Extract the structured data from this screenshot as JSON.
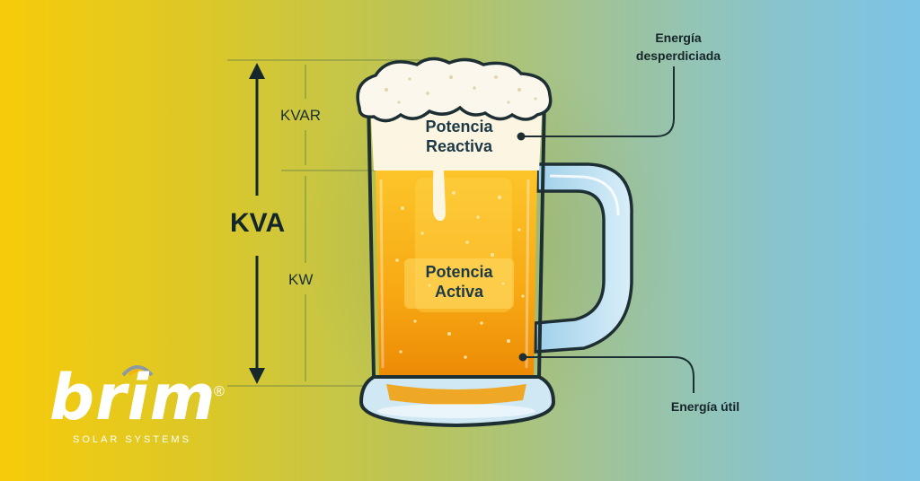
{
  "labels": {
    "kva": "KVA",
    "kvar": "KVAR",
    "kw": "KW",
    "reactive_line1": "Potencia",
    "reactive_line2": "Reactiva",
    "active_line1": "Potencia",
    "active_line2": "Activa",
    "wasted_line1": "Energía",
    "wasted_line2": "desperdiciada",
    "useful": "Energía útil"
  },
  "logo": {
    "word": "brim",
    "registered": "®",
    "tagline": "SOLAR SYSTEMS"
  },
  "icons": [
    "beer-mug-illustration",
    "double-arrow-icon",
    "logo-arc-icon"
  ],
  "colors": {
    "beer": "#f6a411",
    "foam": "#fbf7ec",
    "glass_outline": "#1d2f33",
    "text_dark": "#1d2f33"
  }
}
